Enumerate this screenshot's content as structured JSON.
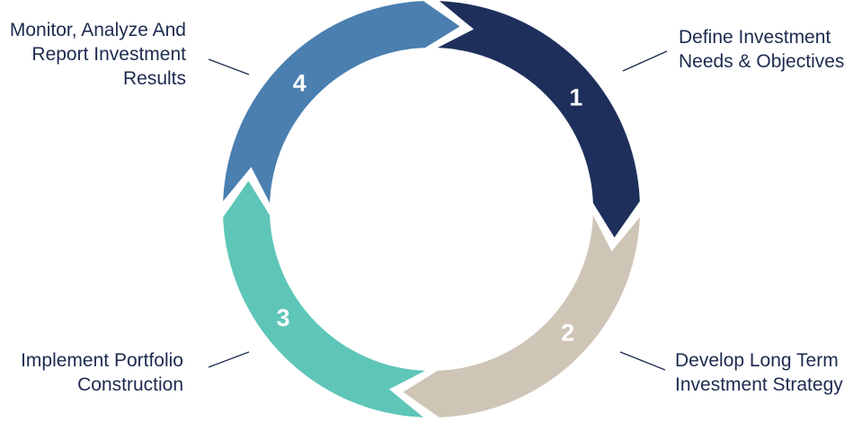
{
  "colors": {
    "step1": "#1e2f5c",
    "step2": "#cfc5b6",
    "step3": "#5ec6b8",
    "step4": "#4a7fb0",
    "connector": "#1c2b4f",
    "text": "#1c2b4f"
  },
  "steps": [
    {
      "number": "1",
      "lines": [
        "Define Investment",
        "Needs & Objectives"
      ]
    },
    {
      "number": "2",
      "lines": [
        "Develop Long Term",
        "Investment Strategy"
      ]
    },
    {
      "number": "3",
      "lines": [
        "Implement Portfolio",
        "Construction"
      ]
    },
    {
      "number": "4",
      "lines": [
        "Monitor, Analyze And",
        "Report Investment",
        "Results"
      ]
    }
  ]
}
